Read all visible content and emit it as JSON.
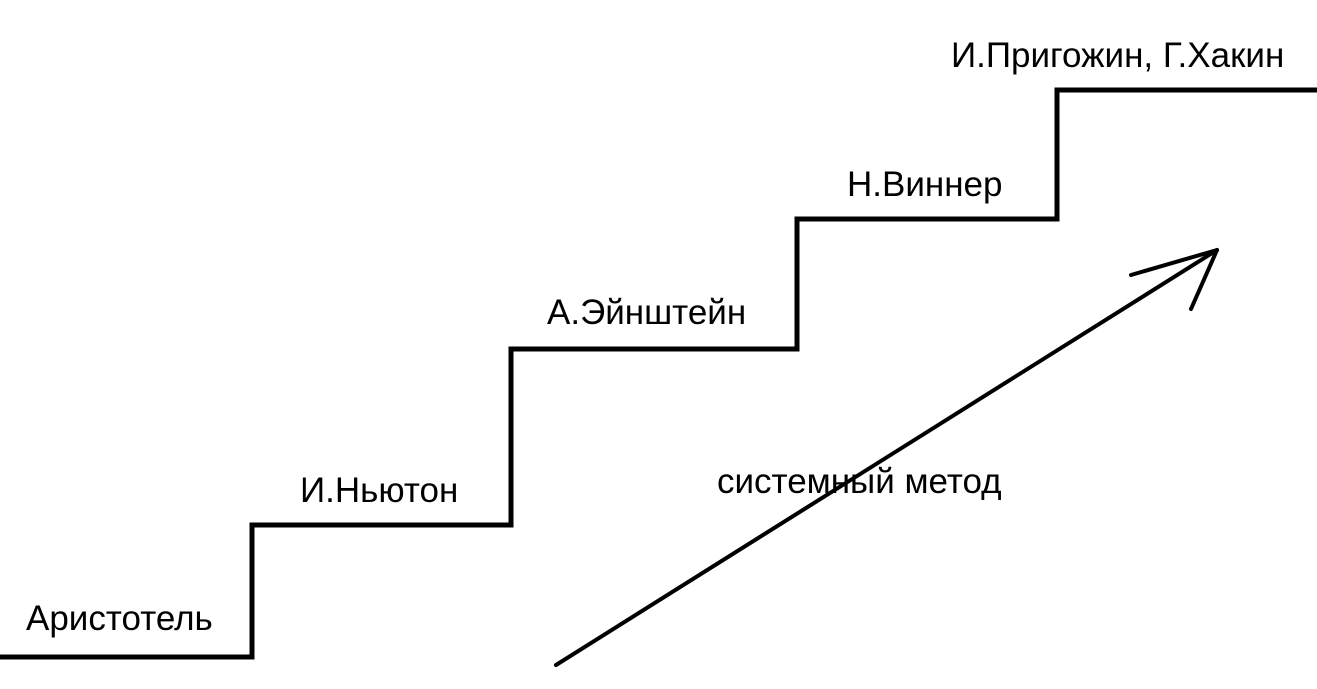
{
  "diagram": {
    "steps": [
      {
        "label": "Аристотель"
      },
      {
        "label": "И.Ньютон"
      },
      {
        "label": "А.Эйнштейн"
      },
      {
        "label": "Н.Виннер"
      },
      {
        "label": "И.Пригожин, Г.Хакин"
      }
    ],
    "arrow_label": "системный метод",
    "line_color": "#000000",
    "background_color": "#ffffff"
  }
}
